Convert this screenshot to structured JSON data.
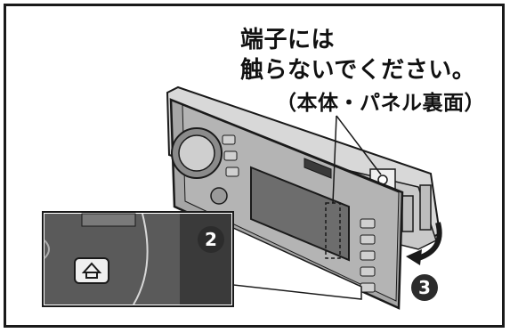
{
  "caption": {
    "line1": "端子には",
    "line2": "触らないでください。",
    "line3": "（本体・パネル裏面）"
  },
  "steps": {
    "step2": "2",
    "step3": "3"
  },
  "icons": {
    "release_button": "eject-icon",
    "arrow": "curved-arrow-icon"
  },
  "colors": {
    "panel_gray": "#9a9a9a",
    "dark_gray": "#3a3a3a",
    "outline": "#1a1a1a"
  }
}
